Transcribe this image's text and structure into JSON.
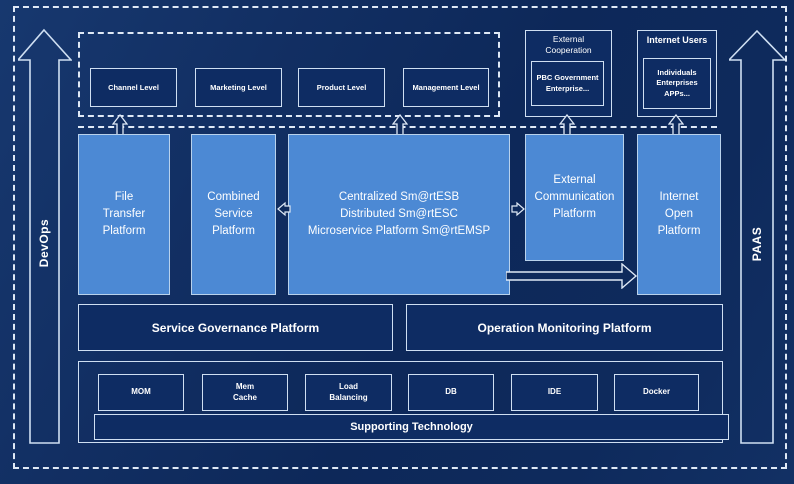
{
  "diagram": {
    "rails": {
      "left": "DevOps",
      "right": "PAAS"
    },
    "levels": [
      "Channel Level",
      "Marketing Level",
      "Product Level",
      "Management Level"
    ],
    "external_cooperation": {
      "title": "External\nCooperation",
      "body": "PBC Government\nEnterprise..."
    },
    "internet_users": {
      "title": "Internet Users",
      "body": "Individuals\nEnterprises\nAPPs..."
    },
    "platforms": {
      "file_transfer": "File\nTransfer\nPlatform",
      "combined": "Combined\nService\nPlatform",
      "esb": "Centralized Sm@rtESB\nDistributed Sm@rtESC\nMicroservice Platform Sm@rtEMSP",
      "external_comm": "External\nCommunication\nPlatform",
      "internet_open": "Internet\nOpen\nPlatform"
    },
    "governance": "Service Governance Platform",
    "monitoring": "Operation Monitoring Platform",
    "supporting": {
      "items": [
        "MOM",
        "Mem\nCache",
        "Load\nBalancing",
        "DB",
        "IDE",
        "Docker"
      ],
      "bar": "Supporting Technology"
    },
    "colors": {
      "background": "#0e2a5c",
      "box_light": "#4c89d4",
      "box_dark": "#0e2c63",
      "line": "#dfe9f6"
    }
  }
}
